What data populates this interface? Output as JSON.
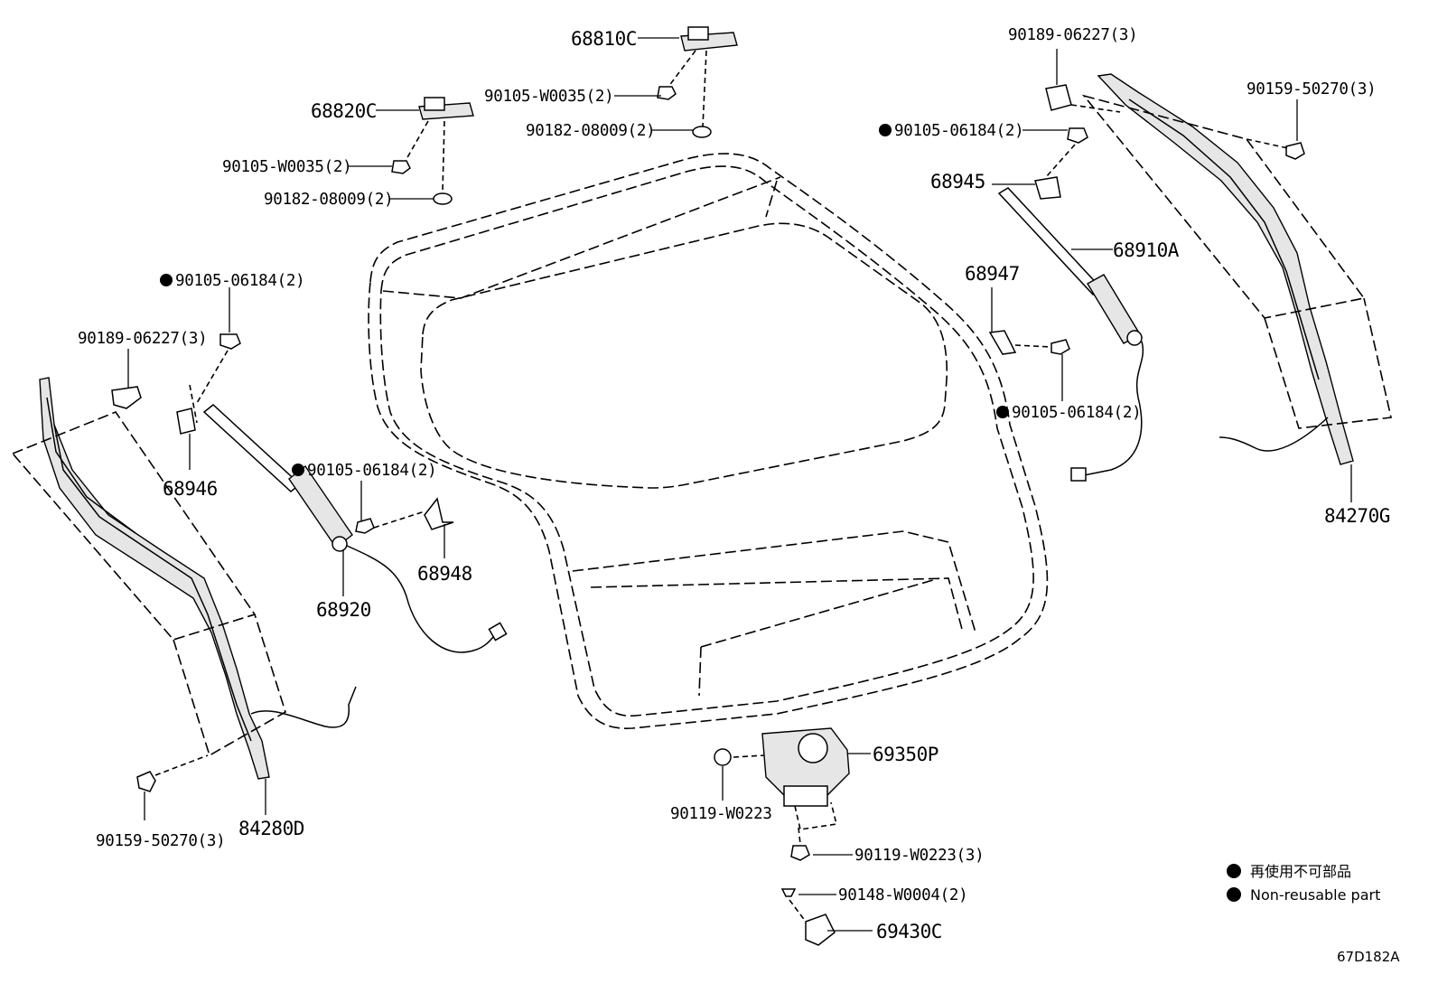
{
  "diagram": {
    "code": "67D182A",
    "legend": {
      "line1": "再使用不可部品",
      "line2": "Non-reusable part"
    },
    "parts": {
      "p68810C": "68810C",
      "p90105_W0035_top": "90105-W0035(2)",
      "p90182_08009_top": "90182-08009(2)",
      "p68820C": "68820C",
      "p90105_W0035_left": "90105-W0035(2)",
      "p90182_08009_left": "90182-08009(2)",
      "p90105_06184_left": "90105-06184(2)",
      "p90189_06227_left": "90189-06227(3)",
      "p68946": "68946",
      "p90105_06184_mid": "90105-06184(2)",
      "p68948": "68948",
      "p68920": "68920",
      "p84280D": "84280D",
      "p90159_50270_left": "90159-50270(3)",
      "p90189_06227_right": "90189-06227(3)",
      "p90105_06184_right_top": "90105-06184(2)",
      "p68945": "68945",
      "p68910A": "68910A",
      "p68947": "68947",
      "p90105_06184_right_mid": "90105-06184(2)",
      "p90159_50270_right": "90159-50270(3)",
      "p84270G": "84270G",
      "p69350P": "69350P",
      "p90119_W0223_a": "90119-W0223",
      "p90119_W0223_b": "90119-W0223(3)",
      "p90148_W0004": "90148-W0004(2)",
      "p69430C": "69430C"
    }
  }
}
